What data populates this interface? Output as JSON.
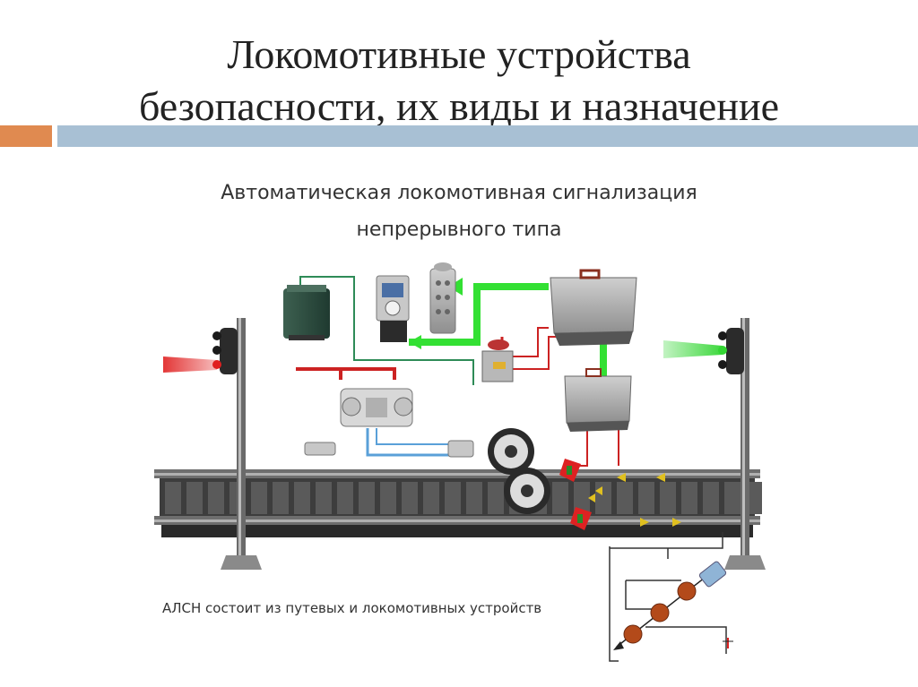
{
  "slide": {
    "title_line1": "Локомотивные устройства",
    "title_line2": "безопасности, их виды и назначение"
  },
  "diagram": {
    "heading_line1": "Автоматическая локомотивная сигнализация",
    "heading_line2": "непрерывного типа",
    "caption": "АЛСН состоит из путевых и локомотивных устройств"
  },
  "colors": {
    "accent_orange": "#e08a50",
    "accent_blue": "#a8c0d4",
    "signal_red": "#e02020",
    "signal_green": "#33d633",
    "line_blue": "#5aa0d8"
  }
}
